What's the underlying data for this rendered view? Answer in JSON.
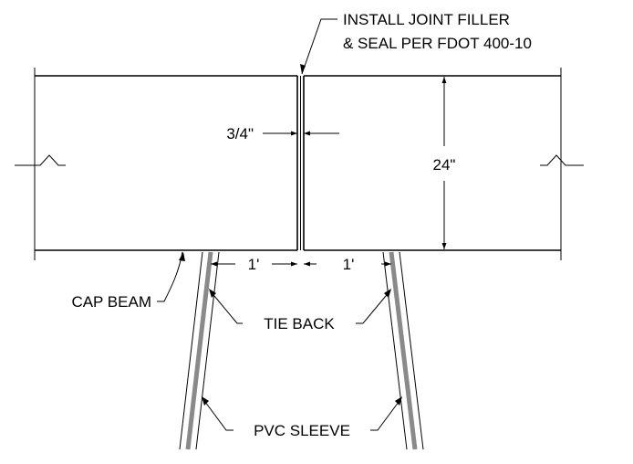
{
  "notes": {
    "joint_filler_line1": "INSTALL JOINT FILLER",
    "joint_filler_line2": "& SEAL PER FDOT 400-10"
  },
  "dimensions": {
    "joint_width": "3/4\"",
    "beam_depth": "24\"",
    "left_offset": "1'",
    "right_offset": "1'"
  },
  "labels": {
    "cap_beam": "CAP BEAM",
    "tie_back": "TIE BACK",
    "pvc_sleeve": "PVC SLEEVE"
  }
}
